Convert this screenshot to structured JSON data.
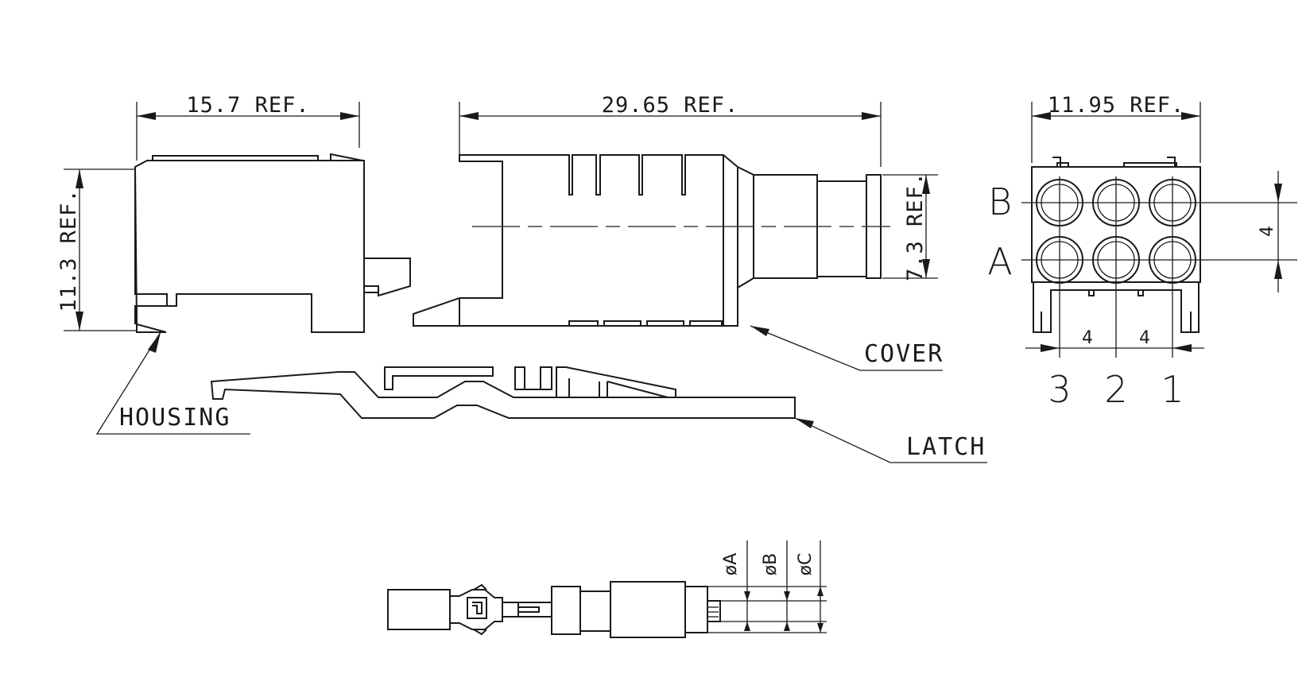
{
  "dimensions": {
    "housing_width": "15.7 REF.",
    "housing_height": "11.3 REF.",
    "cover_length": "29.65 REF.",
    "cover_height": "7.3 REF.",
    "front_width": "11.95 REF.",
    "row_pitch": "4",
    "col_pitch_left": "4",
    "col_pitch_right": "4"
  },
  "labels": {
    "housing": "HOUSING",
    "cover": "COVER",
    "latch": "LATCH"
  },
  "front_view": {
    "rows": [
      "B",
      "A"
    ],
    "columns": [
      "3",
      "2",
      "1"
    ]
  },
  "contact": {
    "dia_a": "øA",
    "dia_b": "øB",
    "dia_c": "øC"
  }
}
